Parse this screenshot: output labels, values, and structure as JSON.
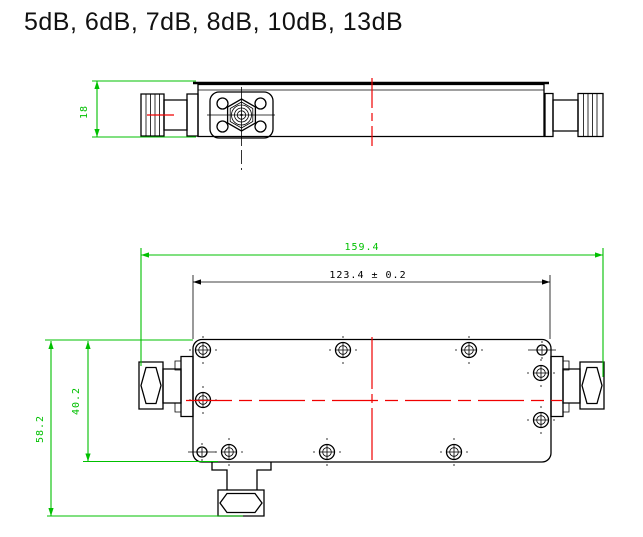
{
  "title": "5dB, 6dB, 7dB, 8dB, 10dB, 13dB",
  "colors": {
    "dimension_green": "#00c000",
    "centerline_red": "#f00000",
    "outline_black": "#000000",
    "background": "#ffffff"
  },
  "side_view": {
    "dims": {
      "body_height": "18"
    }
  },
  "plan_view": {
    "dims": {
      "overall_length": "159.4",
      "flange_length": "123.4 ± 0.2",
      "port_center_offset": "40.2",
      "overall_height": "58.2"
    }
  }
}
